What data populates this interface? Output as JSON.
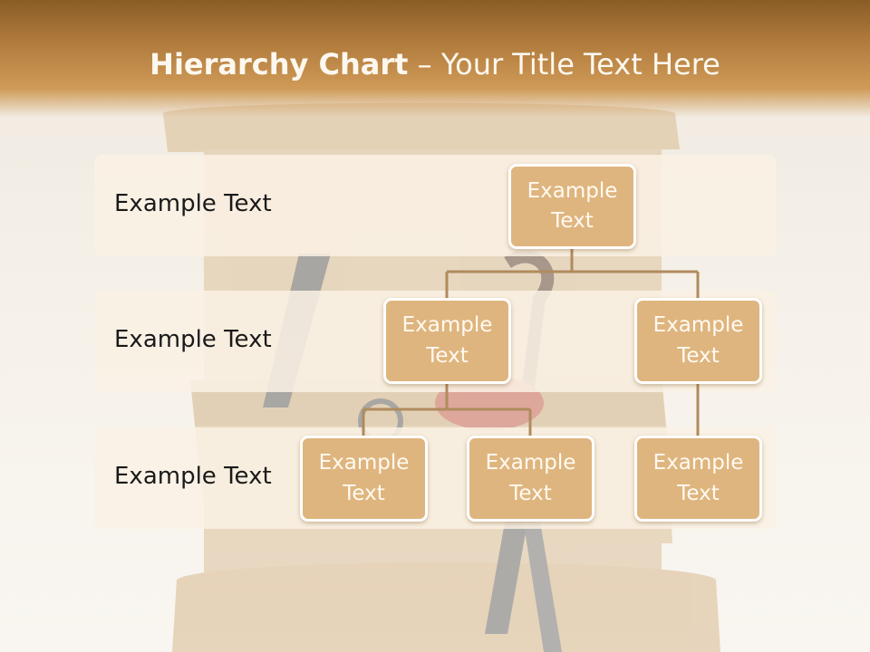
{
  "slide": {
    "title_bold": "Hierarchy Chart",
    "title_rest": " – Your Title Text Here"
  },
  "levels": [
    {
      "label": "Example Text"
    },
    {
      "label": "Example Text"
    },
    {
      "label": "Example Text"
    }
  ],
  "nodes": {
    "root": "Example\nText",
    "level2_left": "Example\nText",
    "level2_right": "Example\nText",
    "level3_a": "Example\nText",
    "level3_b": "Example\nText",
    "level3_c": "Example\nText"
  },
  "colors": {
    "header": "#b07a3c",
    "node_fill": "#dfb57f",
    "band_fill": "#faf1e4",
    "connector": "#b08b5e"
  }
}
